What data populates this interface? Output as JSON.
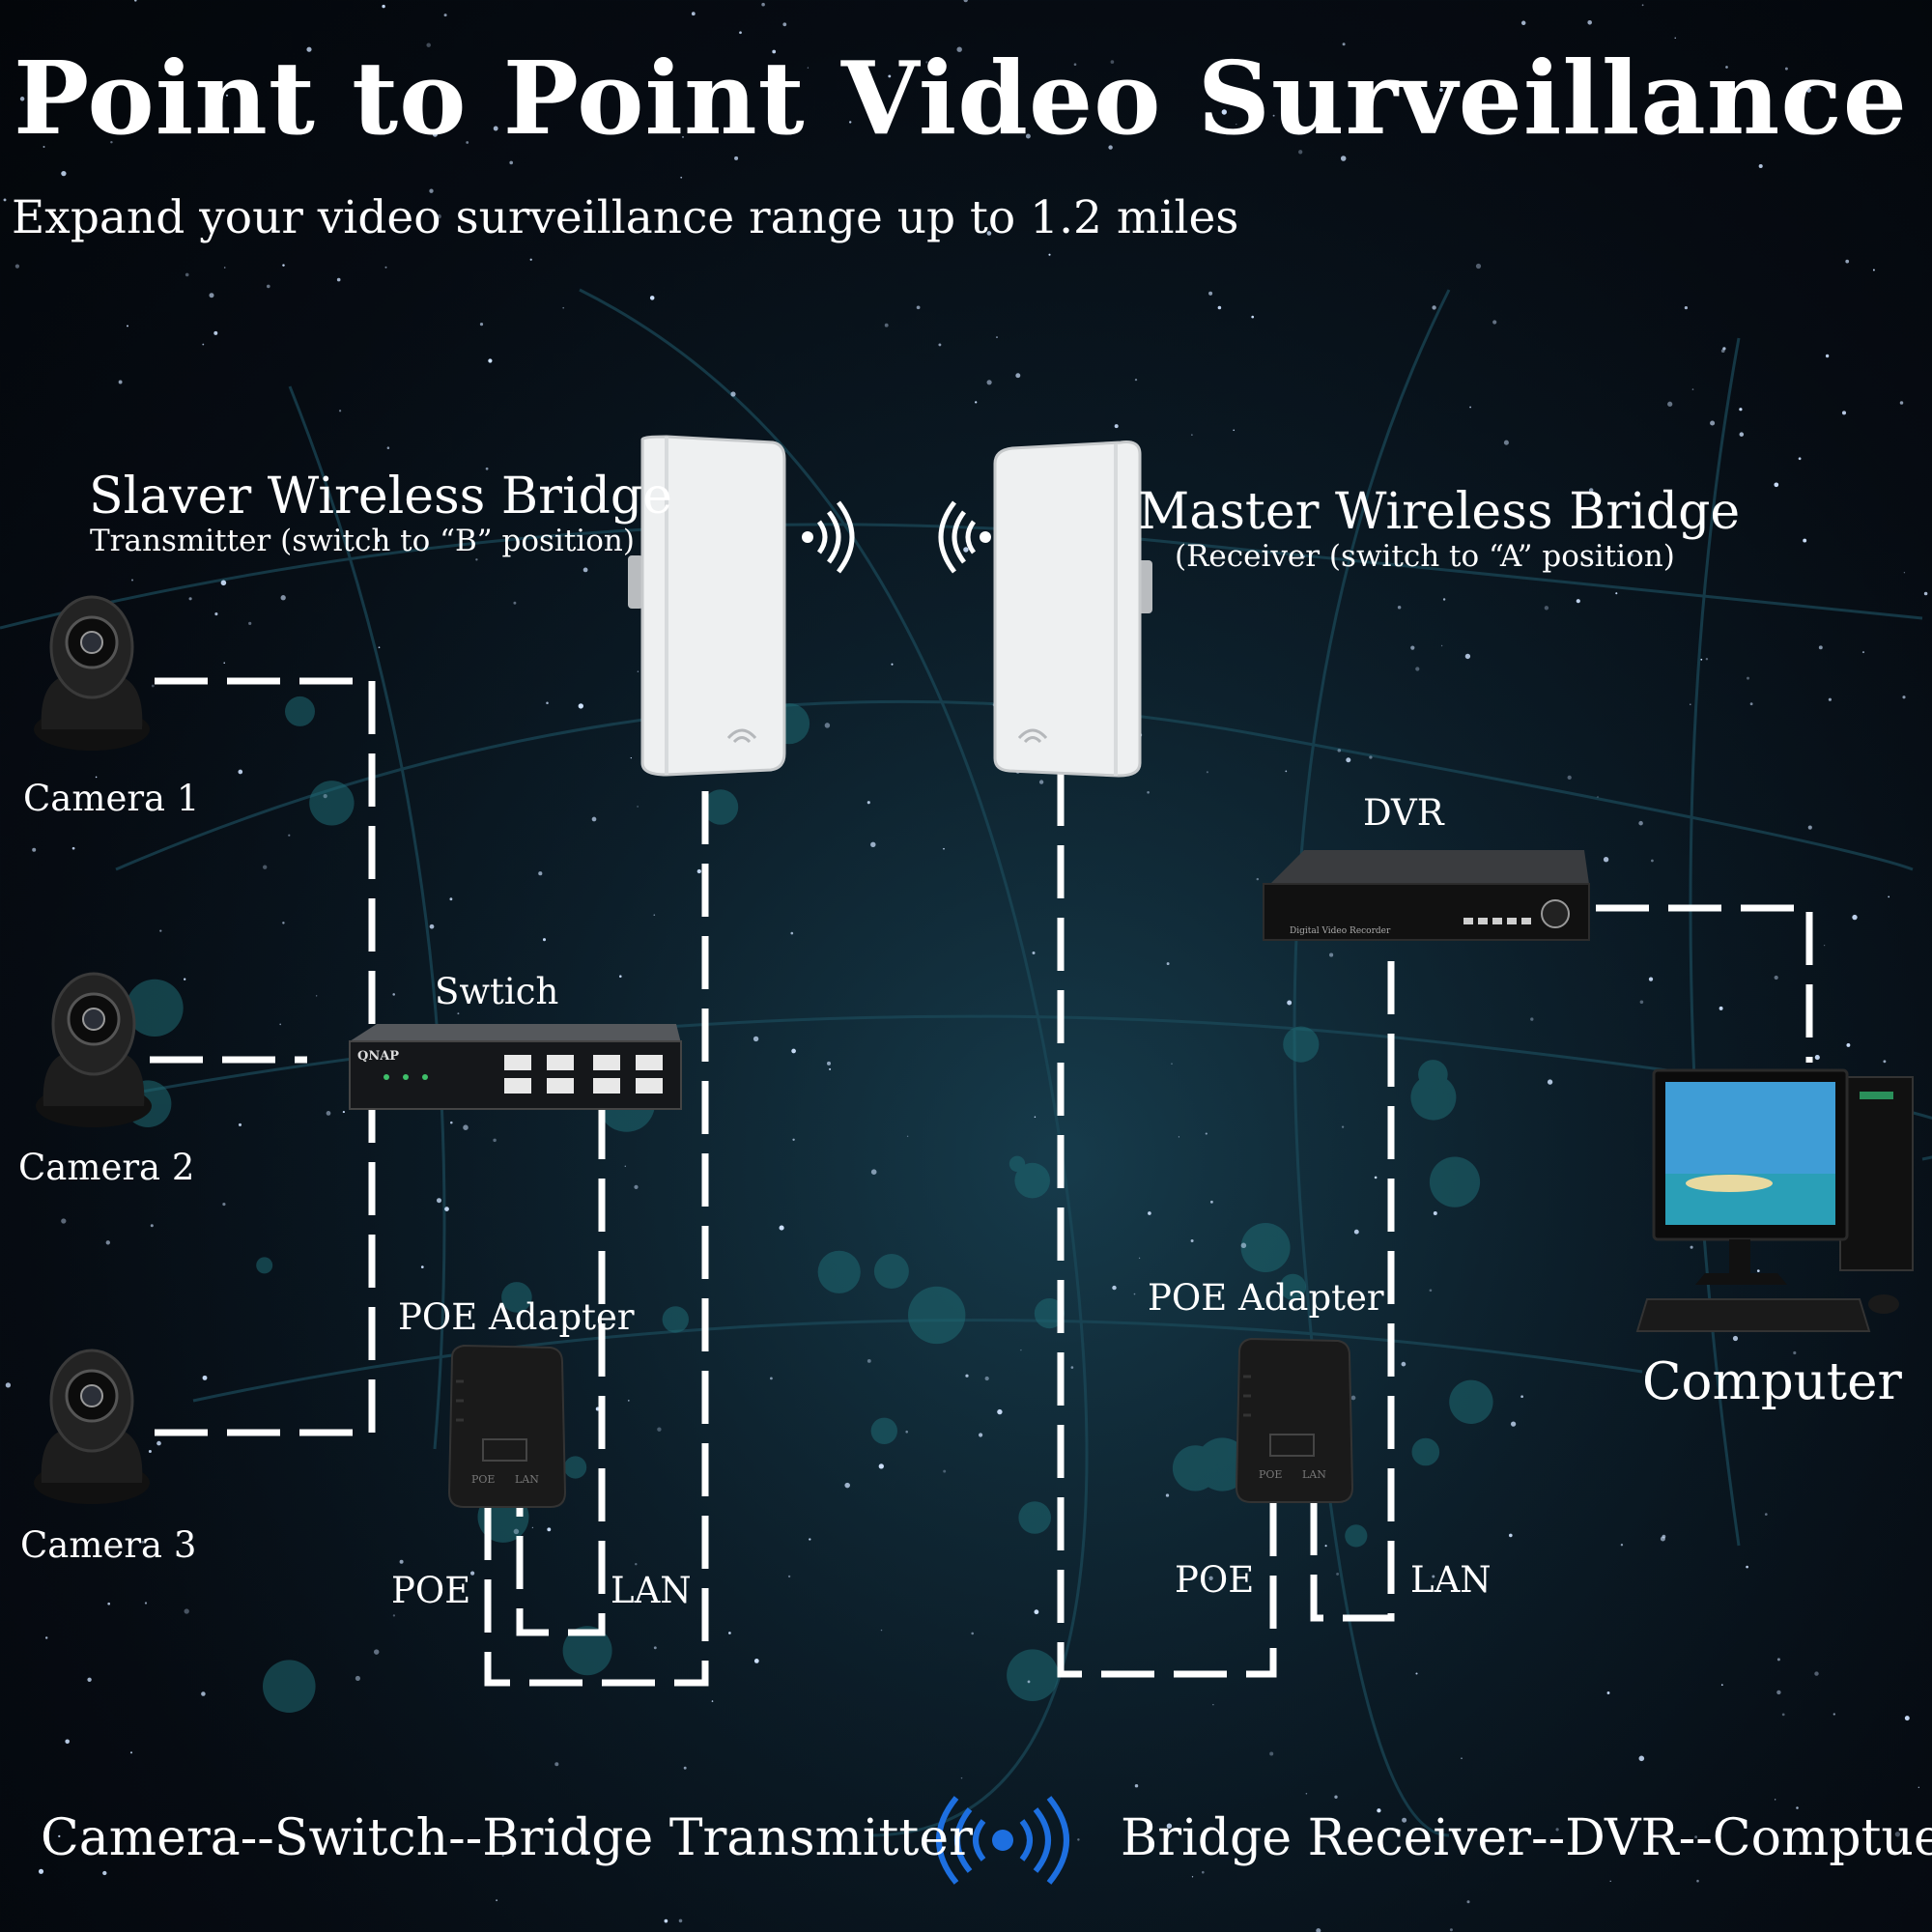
{
  "header": {
    "title": "Point to Point Video Surveillance",
    "subtitle": "Expand your video surveillance range up to 1.2 miles"
  },
  "slaver_bridge": {
    "title": "Slaver Wireless Bridge",
    "subtitle": "Transmitter (switch to “B” position)"
  },
  "master_bridge": {
    "title": "Master Wireless Bridge",
    "subtitle": "(Receiver (switch to “A” position)"
  },
  "cameras": [
    {
      "label": "Camera 1"
    },
    {
      "label": "Camera 2"
    },
    {
      "label": "Camera 3"
    }
  ],
  "switch": {
    "label": "Swtich",
    "brand": "QNAP"
  },
  "dvr": {
    "label": "DVR",
    "device_text": "Digital Video Recorder"
  },
  "computer": {
    "label": "Computer"
  },
  "left_adapter": {
    "label": "POE Adapter",
    "port_poe": "POE",
    "port_lan": "LAN",
    "poe": "POE",
    "lan": "LAN"
  },
  "right_adapter": {
    "label": "POE Adapter",
    "port_poe": "POE",
    "port_lan": "LAN",
    "poe": "POE",
    "lan": "LAN"
  },
  "footer": {
    "left": "Camera--Switch--Bridge Transmitter",
    "right": "Bridge Receiver--DVR--Comptuer"
  },
  "colors": {
    "background": "#060b12",
    "line": "#ffffff",
    "signal_icon": "#1d6fe0",
    "circuit": "#1b4a5a"
  },
  "icons": [
    "signal-wave-icon",
    "wireless-broadcast-icon"
  ]
}
